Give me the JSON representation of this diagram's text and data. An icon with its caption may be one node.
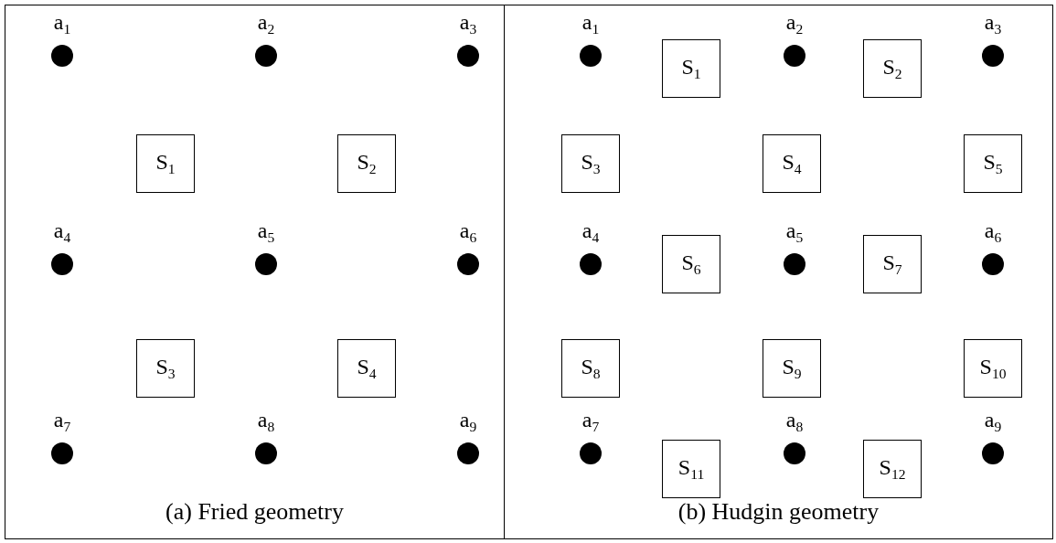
{
  "diagram": {
    "nodes": [
      {
        "text": [
          "(a) Fried geometry"
        ]
      },
      {
        "text": [
          "S$_{1}$"
        ],
        "in": 0
      },
      {
        "text": [
          "S$_{2}$"
        ],
        "in": 0
      },
      {
        "text": [
          "S$_{3}$"
        ],
        "in": 0
      },
      {
        "text": [
          "S$_{4}$"
        ],
        "in": 0
      },
      {
        "text": [],
        "shape": "circle",
        "in": 0,
        "beside": [
          "a$_{1}$"
        ]
      },
      {
        "text": [],
        "shape": "circle",
        "in": 0,
        "beside": [
          "a$_{2}$"
        ]
      },
      {
        "text": [],
        "shape": "circle",
        "in": 0,
        "beside": [
          "a$_{3}$"
        ]
      },
      {
        "text": [],
        "shape": "circle",
        "in": 0,
        "beside": [
          "a$_{4}$"
        ]
      },
      {
        "text": [],
        "shape": "circle",
        "in": 0,
        "beside": [
          "a$_{5}$"
        ]
      },
      {
        "text": [],
        "shape": "circle",
        "in": 0,
        "beside": [
          "a$_{6}$"
        ]
      },
      {
        "text": [],
        "shape": "circle",
        "in": 0,
        "beside": [
          "a$_{7}$"
        ]
      },
      {
        "text": [],
        "shape": "circle",
        "in": 0,
        "beside": [
          "a$_{8}$"
        ]
      },
      {
        "text": [],
        "shape": "circle",
        "in": 0,
        "beside": [
          "a$_{9}$"
        ]
      },
      {
        "text": [
          "(b) Hudgin geometry"
        ]
      },
      {
        "text": [
          "S$_{1}$"
        ],
        "in": 14
      },
      {
        "text": [
          "S$_{2}$"
        ],
        "in": 14
      },
      {
        "text": [
          "S$_{3}$"
        ],
        "in": 14
      },
      {
        "text": [
          "S$_{4}$"
        ],
        "in": 14
      },
      {
        "text": [
          "S$_{5}$"
        ],
        "in": 14
      },
      {
        "text": [
          "S$_{6}$"
        ],
        "in": 14
      },
      {
        "text": [
          "S$_{7}$"
        ],
        "in": 14
      },
      {
        "text": [
          "S$_{8}$"
        ],
        "in": 14
      },
      {
        "text": [
          "S$_{9}$"
        ],
        "in": 14
      },
      {
        "text": [
          "S$_{10}$"
        ],
        "in": 14
      },
      {
        "text": [
          "S$_{11}$"
        ],
        "in": 14
      },
      {
        "text": [
          "S$_{12}$"
        ],
        "in": 14
      },
      {
        "text": [],
        "shape": "circle",
        "in": 14,
        "beside": [
          "a$_{1}$"
        ]
      },
      {
        "text": [],
        "shape": "circle",
        "in": 14,
        "beside": [
          "a$_{2}$"
        ]
      },
      {
        "text": [],
        "shape": "circle",
        "in": 14,
        "beside": [
          "a$_{3}$"
        ]
      },
      {
        "text": [],
        "shape": "circle",
        "in": 14,
        "beside": [
          "a$_{4}$"
        ]
      },
      {
        "text": [],
        "shape": "circle",
        "in": 14,
        "beside": [
          "a$_{5}$"
        ]
      },
      {
        "text": [],
        "shape": "circle",
        "in": 14,
        "beside": [
          "a$_{6}$"
        ]
      },
      {
        "text": [],
        "shape": "circle",
        "in": 14,
        "beside": [
          "a$_{7}$"
        ]
      },
      {
        "text": [],
        "shape": "circle",
        "in": 14,
        "beside": [
          "a$_{8}$"
        ]
      },
      {
        "text": [],
        "shape": "circle",
        "in": 14,
        "beside": [
          "a$_{9}$"
        ]
      }
    ]
  }
}
